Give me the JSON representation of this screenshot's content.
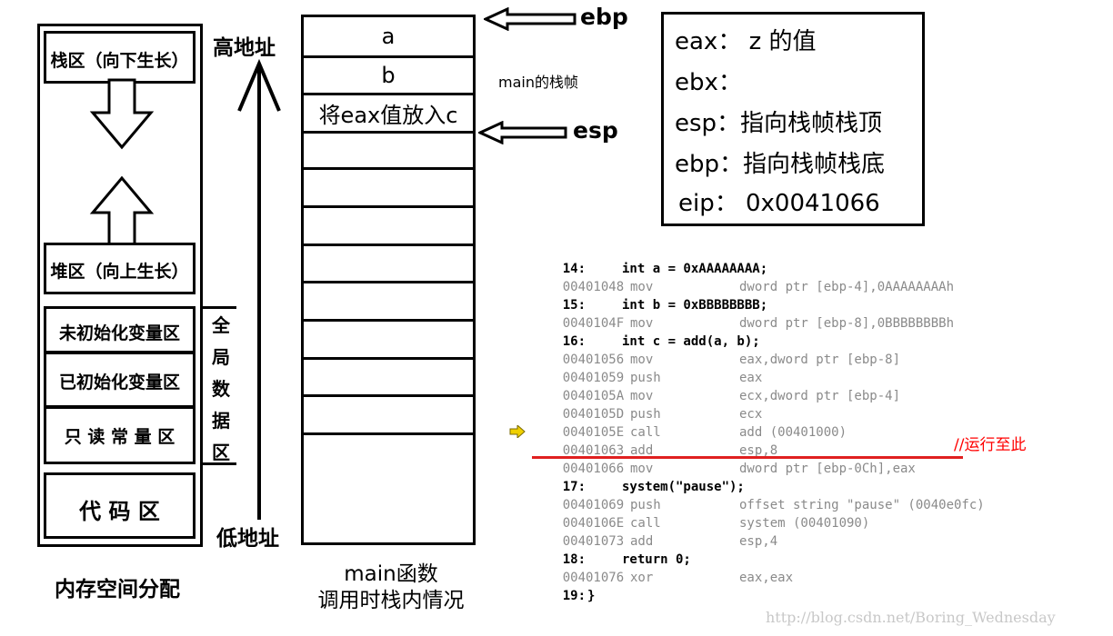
{
  "memory": {
    "stack_label": "栈区（向下生长）",
    "heap_label": "堆区（向上生长）",
    "uninit_label": "未初始化变量区",
    "init_label": "已初始化变量区",
    "readonly_label": "只 读 常 量 区",
    "code_label": "代 码 区",
    "global_label": "全局数据区",
    "global_chars": [
      "全",
      "局",
      "数",
      "据",
      "区"
    ],
    "caption": "内存空间分配"
  },
  "address": {
    "high": "高地址",
    "low": "低地址"
  },
  "stack": {
    "cells": [
      "a",
      "b",
      "将eax值放入c",
      "",
      "",
      "",
      "",
      "",
      "",
      "",
      ""
    ],
    "frame_label": "main的栈帧",
    "ebp_label": "ebp",
    "esp_label": "esp",
    "caption_line1": "main函数",
    "caption_line2": "调用时栈内情况"
  },
  "registers": {
    "eax": "eax： z 的值",
    "ebx": "ebx：",
    "esp": "esp：指向栈帧栈顶",
    "ebp": "ebp：指向栈帧栈底",
    "eip": "eip： 0x0041066"
  },
  "disasm": [
    {
      "num": "14:",
      "src": "int a = 0xAAAAAAAA;"
    },
    {
      "addr": "00401048",
      "op": "mov",
      "arg": "dword ptr [ebp-4],0AAAAAAAAh"
    },
    {
      "num": "15:",
      "src": "int b = 0xBBBBBBBB;"
    },
    {
      "addr": "0040104F",
      "op": "mov",
      "arg": "dword ptr [ebp-8],0BBBBBBBBh"
    },
    {
      "num": "16:",
      "src": "int c = add(a, b);"
    },
    {
      "addr": "00401056",
      "op": "mov",
      "arg": "eax,dword ptr [ebp-8]"
    },
    {
      "addr": "00401059",
      "op": "push",
      "arg": "eax"
    },
    {
      "addr": "0040105A",
      "op": "mov",
      "arg": "ecx,dword ptr [ebp-4]"
    },
    {
      "addr": "0040105D",
      "op": "push",
      "arg": "ecx"
    },
    {
      "addr": "0040105E",
      "op": "call",
      "arg": "add (00401000)"
    },
    {
      "addr": "00401063",
      "op": "add",
      "arg": "esp,8"
    },
    {
      "addr": "00401066",
      "op": "mov",
      "arg": "dword ptr [ebp-0Ch],eax"
    },
    {
      "num": "17:",
      "src": "system(\"pause\");"
    },
    {
      "addr": "00401069",
      "op": "push",
      "arg": "offset string \"pause\" (0040e0fc)"
    },
    {
      "addr": "0040106E",
      "op": "call",
      "arg": "system (00401090)"
    },
    {
      "addr": "00401073",
      "op": "add",
      "arg": "esp,4"
    },
    {
      "num": "18:",
      "src": "return 0;"
    },
    {
      "addr": "00401076",
      "op": "xor",
      "arg": "eax,eax"
    },
    {
      "num": "19:",
      "src": "}"
    }
  ],
  "annotation": "//运行至此",
  "watermark": "http://blog.csdn.net/Boring_Wednesday",
  "colors": {
    "annotation": "#ff0000",
    "pointer": "#f0d000",
    "gray_code": "#8a8a8a"
  }
}
